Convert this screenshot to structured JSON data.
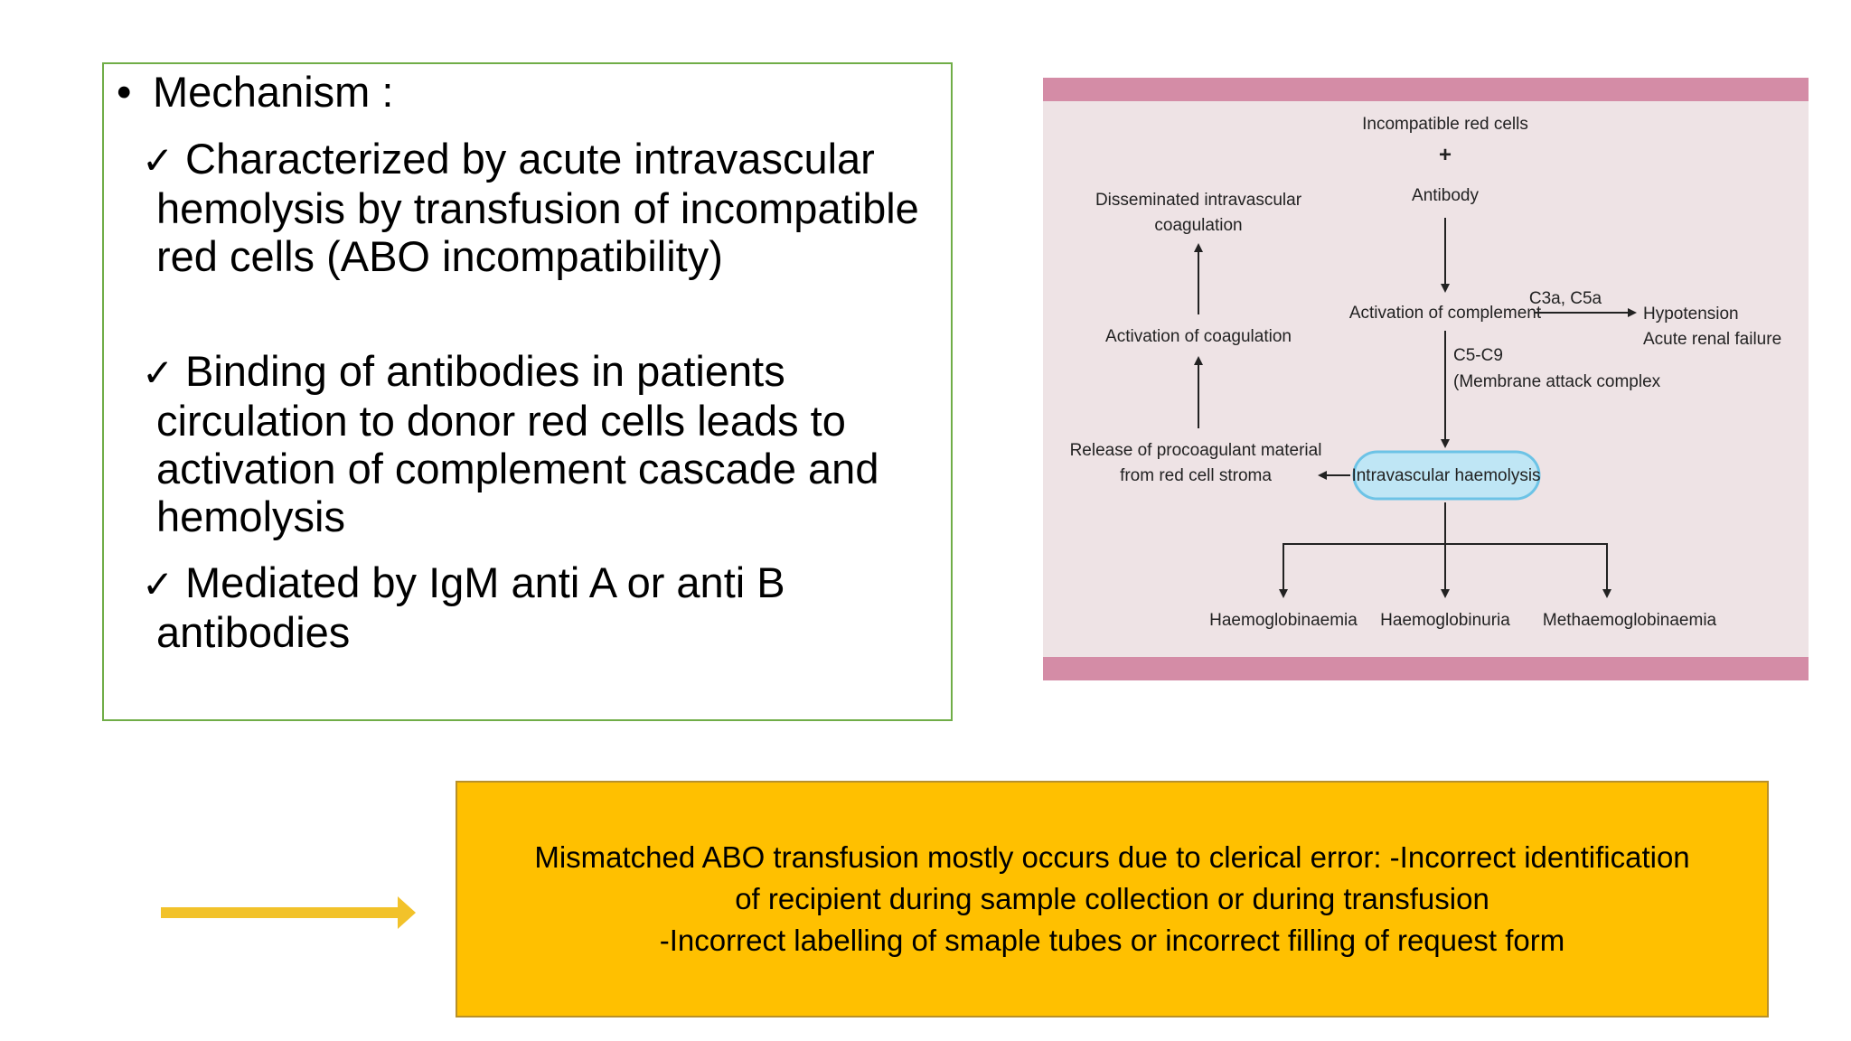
{
  "left_panel": {
    "heading": "Mechanism :",
    "bullet_char": "•",
    "check_char": "✓",
    "items": [
      "Characterized by acute intravascular hemolysis by transfusion of incompatible red cells (ABO incompatibility)",
      "Binding of antibodies in patients circulation to donor red cells leads to activation of complement cascade and hemolysis",
      "Mediated by IgM anti A or anti B antibodies"
    ]
  },
  "diagram": {
    "incompatible_red_cells": "Incompatible red cells",
    "plus": "+",
    "antibody": "Antibody",
    "activation_of_complement": "Activation of complement",
    "c3a_c5a": "C3a, C5a",
    "hypotension": "Hypotension",
    "acute_renal_failure": "Acute renal failure",
    "c5_c9": "C5-C9",
    "membrane_attack_complex": "(Membrane attack complex",
    "intravascular_haemolysis": "Intravascular haemolysis",
    "release_line1": "Release of procoagulant material",
    "release_line2": "from red cell stroma",
    "activation_of_coagulation": "Activation of coagulation",
    "dic_line1": "Disseminated intravascular",
    "dic_line2": "coagulation",
    "haemoglobinaemia": "Haemoglobinaemia",
    "haemoglobinuria": "Haemoglobinuria",
    "methaemoglobinaemia": "Methaemoglobinaemia"
  },
  "note": {
    "line1": "Mismatched ABO transfusion mostly occurs due to clerical  error: -Incorrect identification",
    "line2": "of recipient during sample collection or during transfusion",
    "line3": "-Incorrect labelling of smaple tubes or incorrect filling of request form"
  },
  "colors": {
    "box_border": "#70ad47",
    "figure_band": "#d48ca6",
    "figure_bg": "#eee3e5",
    "haemolysis_fill": "#bfe6f5",
    "haemolysis_stroke": "#6cc3e6",
    "note_bg": "#ffc000",
    "arrow": "#f2c22a"
  }
}
